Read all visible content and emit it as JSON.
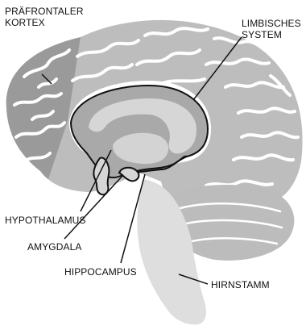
{
  "colors": {
    "background": "#ffffff",
    "cortex_light": "#bdbdbd",
    "cortex_dark": "#9a9a9a",
    "limbic_fill": "#a9a9a9",
    "inner_light": "#d6d6d6",
    "brainstem": "#dedede",
    "cerebellum": "#bcbcbc",
    "outline": "#111111"
  },
  "labels": {
    "prefrontal": {
      "line1": "PRÄFRONTALER",
      "line2": "KORTEX"
    },
    "limbic": {
      "line1": "LIMBISCHES",
      "line2": "SYSTEM"
    },
    "hypothalamus": "HYPOTHALAMUS",
    "amygdala": "AMYGDALA",
    "hippocampus": "HIPPOCAMPUS",
    "brainstem": "HIRNSTAMM"
  }
}
